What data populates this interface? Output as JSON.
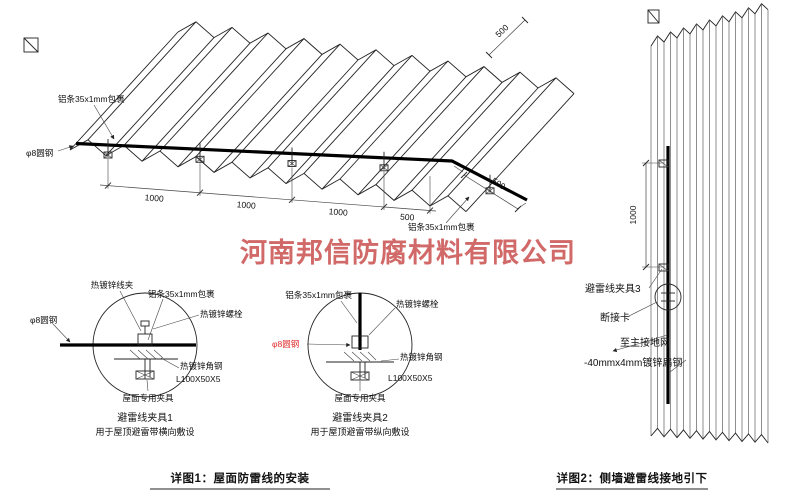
{
  "watermark": {
    "text": "河南邦信防腐材料有限公司",
    "color": "#c94f4f"
  },
  "colors": {
    "line": "#1a1a1a",
    "red_label": "#e02b2b"
  },
  "roof_view": {
    "label_strip_top": "铝条35x1mm包裹",
    "label_rod": "φ8圆钢",
    "label_strip_right": "铝条35x1mm包裹",
    "dims": [
      "1000",
      "1000",
      "1000",
      "500"
    ],
    "dim_500_right": "500",
    "dim_500_top": "500"
  },
  "detail1": {
    "caption": "详图1：屋面防雷线的安装",
    "circle1": {
      "title": "避雷线夹具1",
      "subtitle": "用于屋顶避雷带横向敷设",
      "label_wire_clamp": "热镀锌线夹",
      "label_strip": "铝条35x1mm包裹",
      "label_bolt": "热镀锌螺栓",
      "label_rod": "φ8圆钢",
      "label_angle": "热镀锌角钢",
      "label_angle_size": "L100X50X5",
      "label_roof_clamp": "屋面专用夹具"
    },
    "circle2": {
      "title": "避雷线夹具2",
      "subtitle": "用于屋顶避雷带纵向敷设",
      "label_strip": "铝条35x1mm包裹",
      "label_bolt": "热镀锌螺栓",
      "label_rod": "φ8圆钢",
      "label_angle": "热镀锌角钢",
      "label_angle_size": "L100X50X5",
      "label_roof_clamp": "屋面专用夹具"
    }
  },
  "detail2": {
    "caption": "详图2：侧墙避雷线接地引下",
    "dim_1000": "1000",
    "label_clamp3": "避雷线夹具3",
    "label_disconnect": "断接卡",
    "label_to_ground": "至主接地网",
    "label_flat_steel": "-40mmx4mm镀锌扁钢"
  }
}
